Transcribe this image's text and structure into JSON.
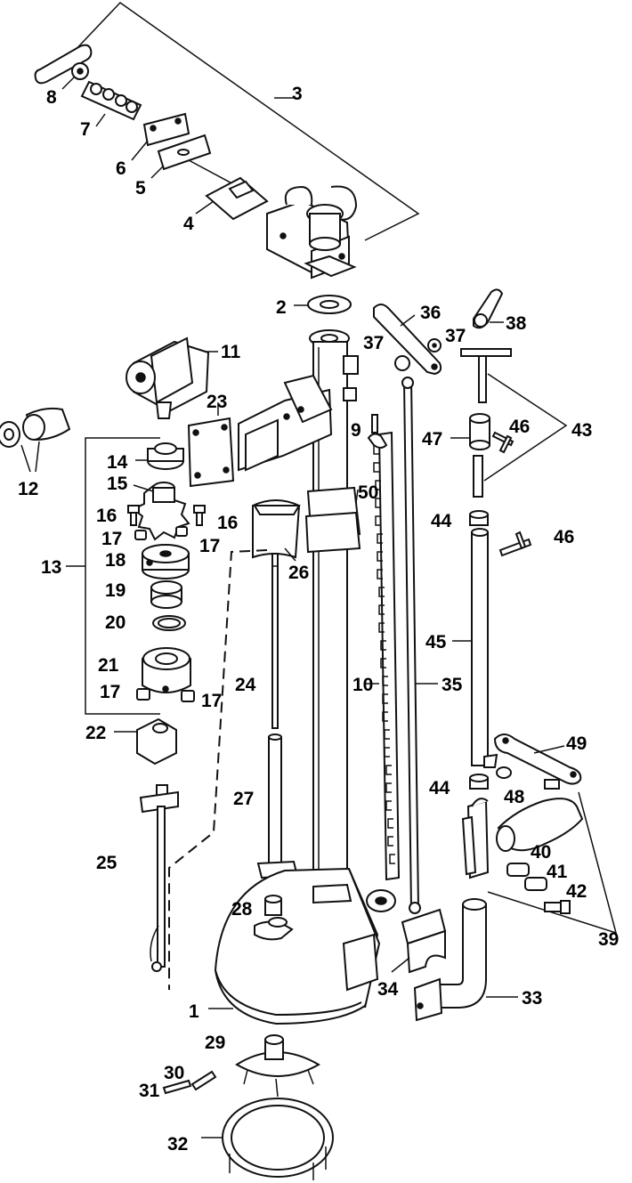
{
  "callouts": {
    "c1": "1",
    "c2": "2",
    "c3": "3",
    "c4": "4",
    "c5": "5",
    "c6": "6",
    "c7": "7",
    "c8": "8",
    "c9": "9",
    "c10": "10",
    "c11": "11",
    "c12": "12",
    "c13": "13",
    "c14": "14",
    "c15": "15",
    "c16a": "16",
    "c16b": "16",
    "c17a": "17",
    "c17b": "17",
    "c17c": "17",
    "c17d": "17",
    "c18": "18",
    "c19": "19",
    "c20": "20",
    "c21": "21",
    "c22": "22",
    "c23": "23",
    "c24": "24",
    "c25": "25",
    "c26": "26",
    "c27": "27",
    "c28": "28",
    "c29": "29",
    "c30": "30",
    "c31": "31",
    "c32": "32",
    "c33": "33",
    "c34": "34",
    "c35": "35",
    "c36": "36",
    "c37a": "37",
    "c37b": "37",
    "c38": "38",
    "c39": "39",
    "c40": "40",
    "c41": "41",
    "c42": "42",
    "c43": "43",
    "c44a": "44",
    "c44b": "44",
    "c45": "45",
    "c46a": "46",
    "c46b": "46",
    "c47": "47",
    "c48": "48",
    "c49": "49",
    "c50": "50"
  }
}
